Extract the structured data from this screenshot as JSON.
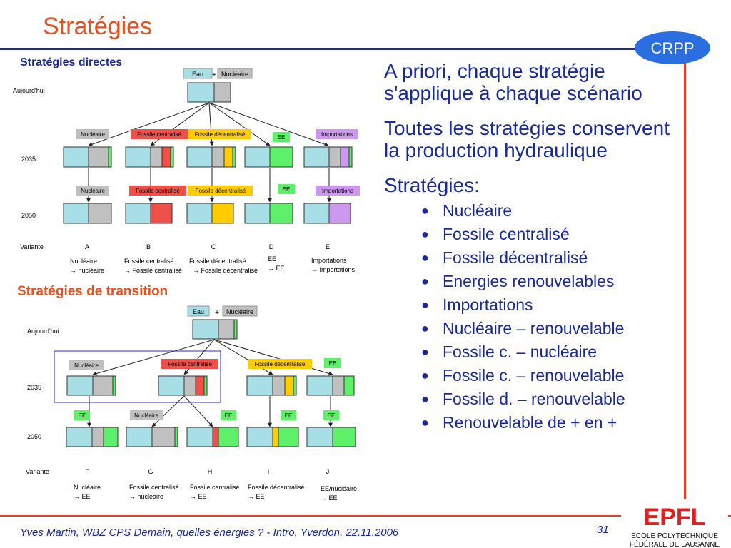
{
  "slide": {
    "title": "Stratégies",
    "footer": "Yves Martin, WBZ CPS Demain, quelles énergies ? - Intro, Yverdon, 22.11.2006",
    "page_number": "31",
    "crpp_logo": "CRPP",
    "epfl_logo": "EPFL",
    "epfl_line1": "ÉCOLE POLYTECHNIQUE",
    "epfl_line2": "FÉDÉRALE DE LAUSANNE"
  },
  "right": {
    "p1": "A priori, chaque stratégie s'applique à chaque scénario",
    "p2": "Toutes les stratégies conservent la production hydraulique",
    "p3": "Stratégies:",
    "bullets": [
      "Nucléaire",
      "Fossile centralisé",
      "Fossile décentralisé",
      "Energies renouvelables",
      "Importations",
      "Nucléaire – renouvelable",
      "Fossile c. – nucléaire",
      "Fossile c. – renouvelable",
      "Fossile d. – renouvelable",
      "Renouvelable de + en +"
    ]
  },
  "direct": {
    "heading": "Stratégies directes",
    "eau": "Eau",
    "plus": "+",
    "nucleaire": "Nucléaire",
    "today": "Aujourd'hui",
    "y2035": "2035",
    "y2050": "2050",
    "variante": "Variante",
    "labels": {
      "nuc": "Nucléaire",
      "fc": "Fossile centralisé",
      "fd": "Fossile décentralisé",
      "ee": "EE",
      "imp": "Importations"
    },
    "variants": [
      {
        "letter": "A",
        "l1": "Nucléaire",
        "l2": "→ nucléaire"
      },
      {
        "letter": "B",
        "l1": "Fossile centralisé",
        "l2": "→ Fossile centralisé"
      },
      {
        "letter": "C",
        "l1": "Fossile décentralisé",
        "l2": "→ Fossile décentralisé"
      },
      {
        "letter": "D",
        "l1": "EE",
        "l2": "→ EE"
      },
      {
        "letter": "E",
        "l1": "Importations",
        "l2": "→ Importations"
      }
    ]
  },
  "transition": {
    "heading": "Stratégies de transition",
    "eau": "Eau",
    "plus": "+",
    "nucleaire": "Nucléaire",
    "today": "Aujourd'hui",
    "y2035": "2035",
    "y2050": "2050",
    "variante": "Variante",
    "labels": {
      "nuc": "Nucléaire",
      "fc": "Fossile centralisé",
      "fd": "Fossile décentralisé",
      "ee": "EE"
    },
    "variants": [
      {
        "letter": "F",
        "l1": "Nucléaire",
        "l2": "→ EE"
      },
      {
        "letter": "G",
        "l1": "Fossile centralisé",
        "l2": "→ nucléaire"
      },
      {
        "letter": "H",
        "l1": "Fossile centralisé",
        "l2": "→ EE"
      },
      {
        "letter": "I",
        "l1": "Fossile décentralisé",
        "l2": "→ EE"
      },
      {
        "letter": "J",
        "l1": "EE/nucléaire",
        "l2": "→ EE"
      }
    ]
  },
  "colors": {
    "water": "#a8dfe6",
    "nuclear": "#c0c0c0",
    "fossil": "#f0504a",
    "decentral": "#ffcc00",
    "ee": "#5ef06a",
    "import": "#cc99ee",
    "accent": "#e8501c",
    "blue": "#1a2a9a"
  }
}
